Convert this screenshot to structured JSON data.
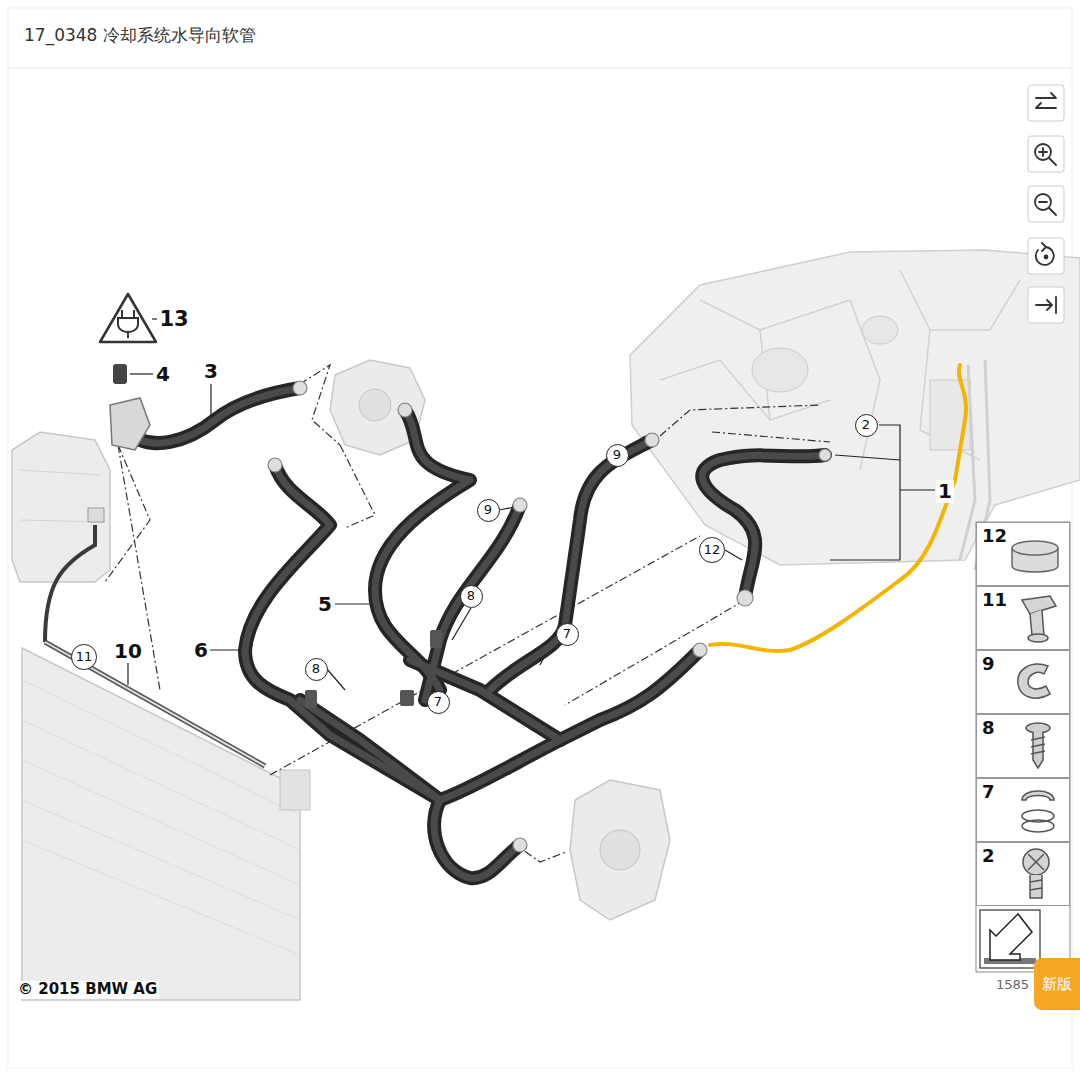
{
  "diagram": {
    "title": "17_0348 冷却系统水导向软管",
    "nodes": [
      {
        "text": [
          "2"
        ]
      },
      {
        "text": [
          "9"
        ]
      },
      {
        "text": [
          "9"
        ]
      },
      {
        "text": [
          "12"
        ]
      },
      {
        "text": [
          "8"
        ]
      },
      {
        "text": [
          "7"
        ]
      },
      {
        "text": [
          "11"
        ]
      },
      {
        "text": [
          "8"
        ]
      },
      {
        "text": [
          "7"
        ]
      },
      {
        "text": [
          "12"
        ]
      },
      {
        "text": [
          "11"
        ]
      },
      {
        "text": [
          "9"
        ]
      },
      {
        "text": [
          "8"
        ]
      },
      {
        "text": [
          "7"
        ]
      },
      {
        "text": [
          "2"
        ]
      },
      {
        "text": [
          "新版"
        ]
      }
    ],
    "labels": [
      "13",
      "4",
      "3",
      "1",
      "5",
      "6",
      "10",
      "© 2015 BMW AG",
      "1585"
    ]
  }
}
